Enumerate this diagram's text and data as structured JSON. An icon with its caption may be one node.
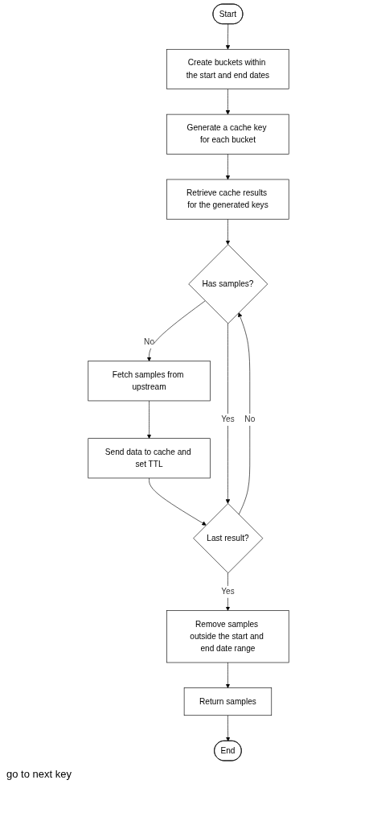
{
  "diagram": {
    "nodes": [
      {
        "text": [
          "Start"
        ]
      },
      {
        "text": [
          "Create buckets within the start and end dates"
        ]
      },
      {
        "text": [
          "Generate a cache key for each bucket"
        ]
      },
      {
        "text": [
          "Retrieve cache results for the generated keys"
        ]
      },
      {
        "text": [
          "Has samples?"
        ]
      },
      {
        "text": [
          "Fetch samples from upstream"
        ]
      },
      {
        "text": [
          "Send data to cache and set TTL"
        ]
      },
      {
        "text": [
          "Last result?"
        ]
      },
      {
        "text": [
          "Remove samples outside the start and end date range"
        ]
      },
      {
        "text": [
          "Return samples"
        ]
      },
      {
        "text": [
          "End"
        ]
      }
    ],
    "edges": [
      {
        "from": 0,
        "to": 1,
        "arrow": "to"
      },
      {
        "from": 1,
        "to": 2,
        "arrow": "to"
      },
      {
        "from": 2,
        "to": 3,
        "arrow": "to"
      },
      {
        "from": 3,
        "to": 4,
        "arrow": "to"
      },
      {
        "from": 4,
        "to": 5,
        "arrow": "to",
        "label": "No"
      },
      {
        "from": 5,
        "to": 6,
        "arrow": "to"
      },
      {
        "from": 6,
        "to": 7,
        "arrow": "to"
      },
      {
        "from": 4,
        "to": 7,
        "arrow": "to",
        "label": "Yes"
      },
      {
        "from": 7,
        "to": 4,
        "arrow": "to",
        "label": "No"
      },
      {
        "from": 7,
        "to": 8,
        "arrow": "to",
        "label": "Yes"
      },
      {
        "from": 8,
        "to": 9,
        "arrow": "to"
      },
      {
        "from": 9,
        "to": 10,
        "arrow": "to"
      }
    ],
    "labels": [
      "go to next key"
    ]
  }
}
